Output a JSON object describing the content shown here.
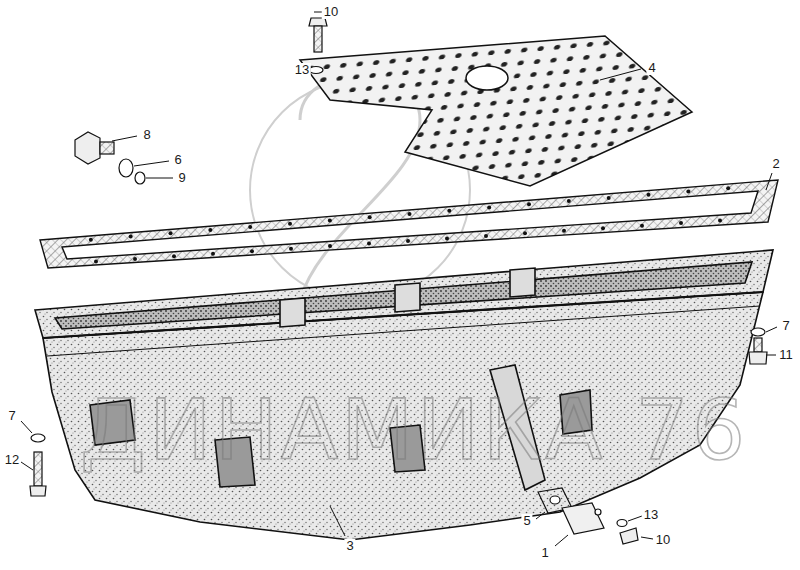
{
  "diagram": {
    "labels": [
      "10",
      "13",
      "4",
      "8",
      "6",
      "9",
      "2",
      "7",
      "11",
      "7",
      "12",
      "3",
      "5",
      "13",
      "1",
      "10",
      "ДИНАМИКА 76"
    ]
  }
}
